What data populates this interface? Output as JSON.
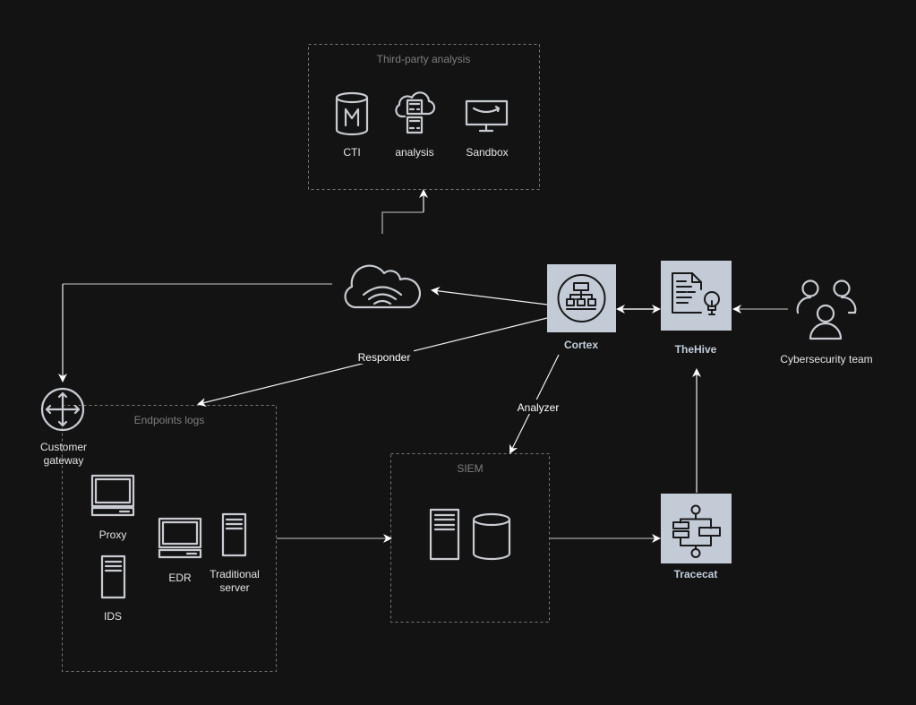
{
  "groups": {
    "third_party": "Third-party analysis",
    "endpoints": "Endpoints logs",
    "siem": "SIEM"
  },
  "nodes": {
    "cti": "CTI",
    "analysis": "analysis",
    "sandbox": "Sandbox",
    "cortex": "Cortex",
    "thehive": "TheHive",
    "team": "Cybersecurity team",
    "gateway_line1": "Customer",
    "gateway_line2": "gateway",
    "proxy": "Proxy",
    "ids": "IDS",
    "edr": "EDR",
    "server_line1": "Traditional",
    "server_line2": "server",
    "tracecat": "Tracecat"
  },
  "edges": {
    "responder": "Responder",
    "analyzer": "Analyzer"
  },
  "colors": {
    "background": "#131313",
    "service_tile": "#c3cbd7",
    "icon_stroke": "#c8ccd2"
  }
}
